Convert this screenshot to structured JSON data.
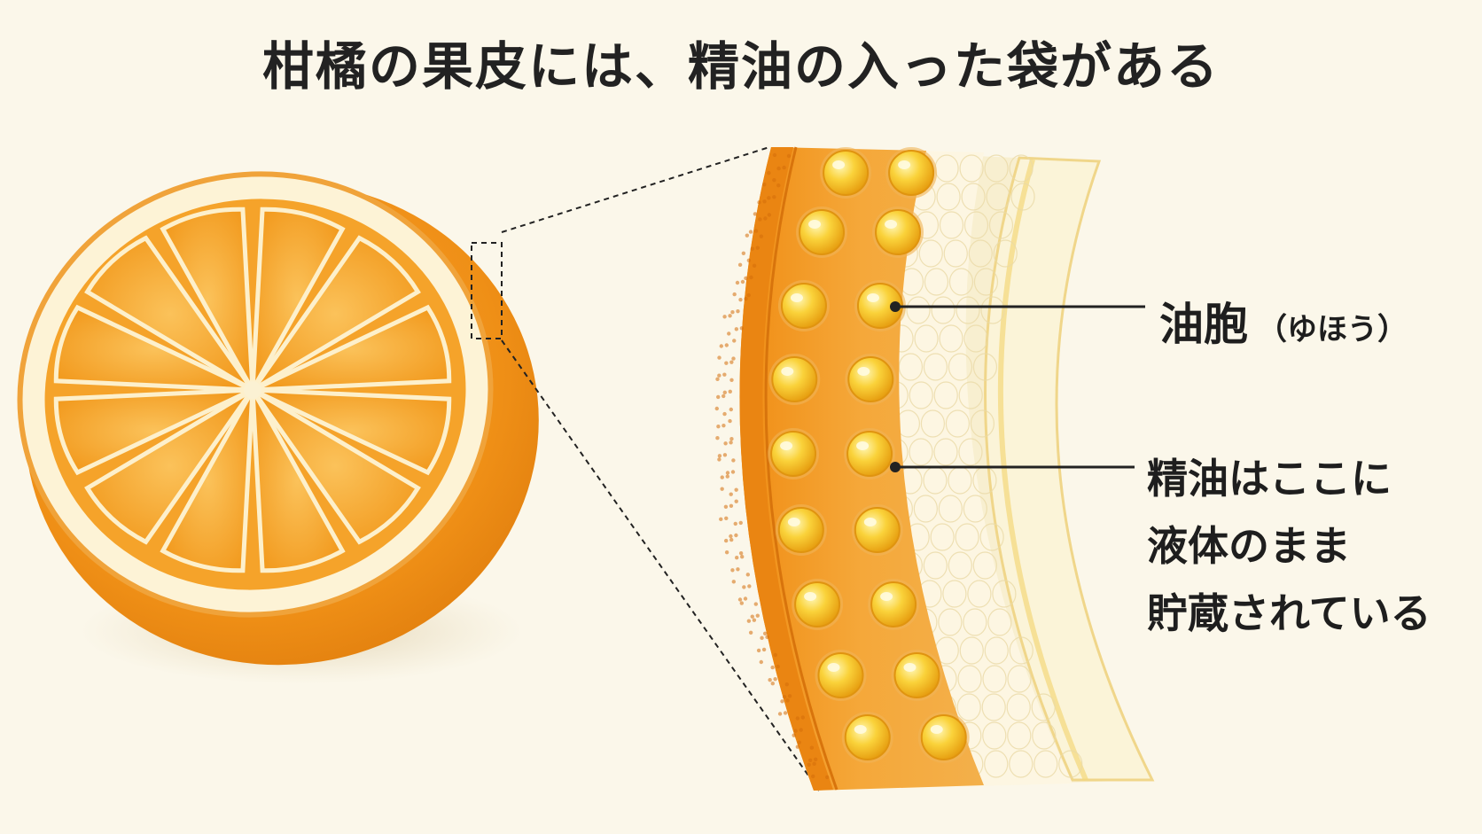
{
  "title": "柑橘の果皮には、精油の入った袋がある",
  "labels": {
    "oil_sac": "油胞",
    "oil_sac_reading": "（ゆほう）",
    "note_lines": [
      "精油はここに",
      "液体のまま",
      "貯蔵されている"
    ]
  },
  "colors": {
    "background": "#fbf7ea",
    "peel": "#f29a1c",
    "flesh": "#f6a72a",
    "pith": "#fdf6df",
    "oil_sac": "#f7c21e",
    "text": "#1e1e1e"
  }
}
